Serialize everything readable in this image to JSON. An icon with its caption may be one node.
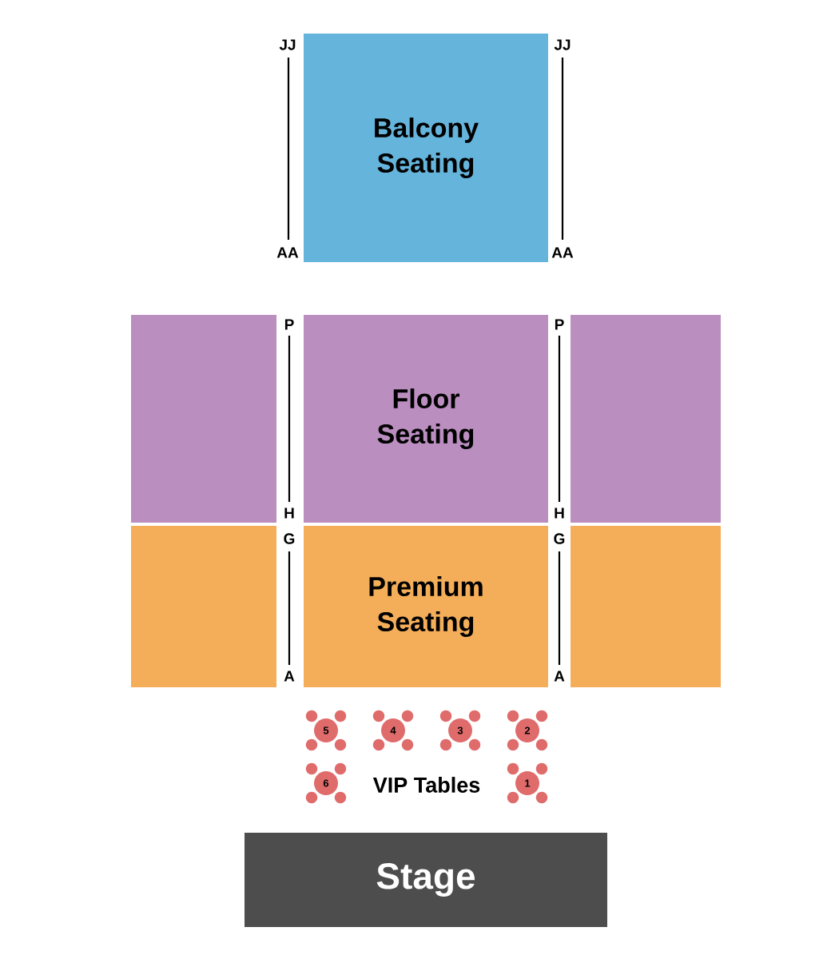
{
  "diagram": {
    "nodes": [
      {
        "text": [
          "Balcony Seating"
        ]
      },
      {
        "text": [],
        "shape": "box"
      },
      {
        "text": [
          "Floor Seating"
        ]
      },
      {
        "text": [],
        "shape": "box"
      },
      {
        "text": [],
        "shape": "box"
      },
      {
        "text": [
          "Premium Seating"
        ]
      },
      {
        "text": [],
        "shape": "box"
      },
      {
        "text": [
          "5"
        ]
      },
      {
        "text": [
          "4"
        ]
      },
      {
        "text": [
          "3"
        ]
      },
      {
        "text": [
          "2"
        ]
      },
      {
        "text": [
          "6"
        ]
      },
      {
        "text": [
          "1"
        ]
      },
      {
        "text": [
          "Stage"
        ]
      }
    ],
    "labels": [
      "JJ",
      "JJ",
      "AA",
      "AA",
      "P",
      "P",
      "H",
      "H",
      "G",
      "G",
      "A",
      "A",
      "VIP Tables"
    ]
  }
}
